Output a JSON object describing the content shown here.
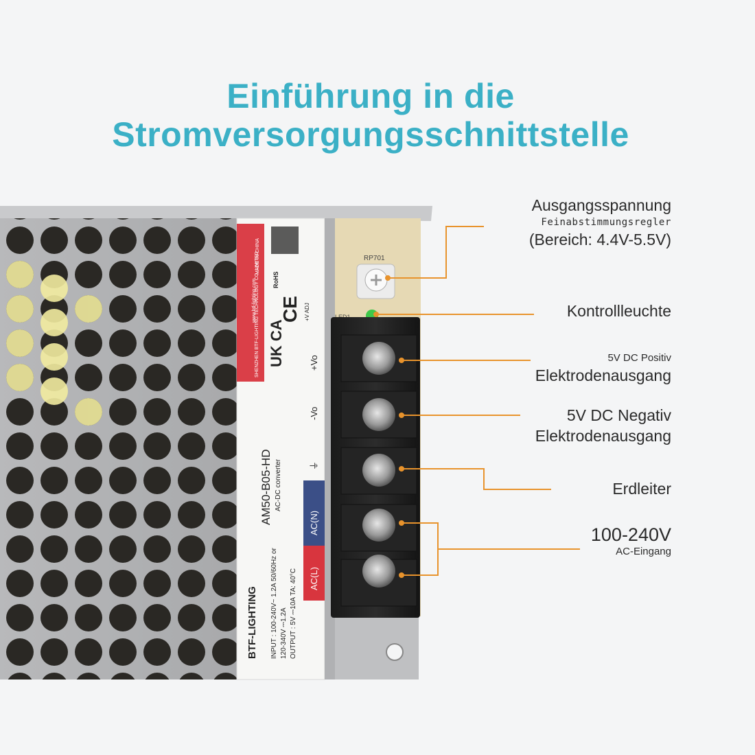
{
  "title": {
    "line1": "Einführung in die",
    "line2": "Stromversorgungsschnittstelle"
  },
  "callouts": {
    "adjuster": {
      "line1": "Ausgangsspannung",
      "line2": "Feinabstimmungsregler",
      "line3": "(Bereich: 4.4V-5.5V)"
    },
    "indicator": {
      "line1": "Kontrollleuchte"
    },
    "positive": {
      "line1": "5V DC Positiv",
      "line2": "Elektrodenausgang"
    },
    "negative": {
      "line1": "5V DC Negativ",
      "line2": "Elektrodenausgang"
    },
    "ground": {
      "line1": "Erdleiter"
    },
    "ac": {
      "line1": "100-240V",
      "line2": "AC-Eingang"
    }
  },
  "product_label": {
    "brand": "BTF-LIGHTING",
    "model": "AM50-B05-HD",
    "type": "AC-DC converter",
    "input": "INPUT : 100-240V~ 1.2A 50/60Hz or",
    "input2": "120-340V ⎓1.2A",
    "output": "OUTPUT : 5V ⎓10A     TA: 40°C",
    "company": "SHENZHEN BTF-LIGHTING TECHNOLOGY CO.,LIMITED",
    "website": "www.btf-lighting.com",
    "made_in": "MADE IN CHINA",
    "terminals": [
      "+Vo",
      "-Vo",
      "⏚",
      "AC(N)",
      "AC(L)"
    ],
    "adj": "+V ADJ",
    "rohs": "RoHS",
    "ce": "CE",
    "ukca": "UK CA"
  },
  "board_labels": {
    "rp": "RP701",
    "led": "LED1"
  },
  "colors": {
    "title": "#3bb0c6",
    "line": "#e8932c",
    "text": "#2a2a2a",
    "label_red": "#d8353e",
    "label_blue": "#3b4f87"
  }
}
